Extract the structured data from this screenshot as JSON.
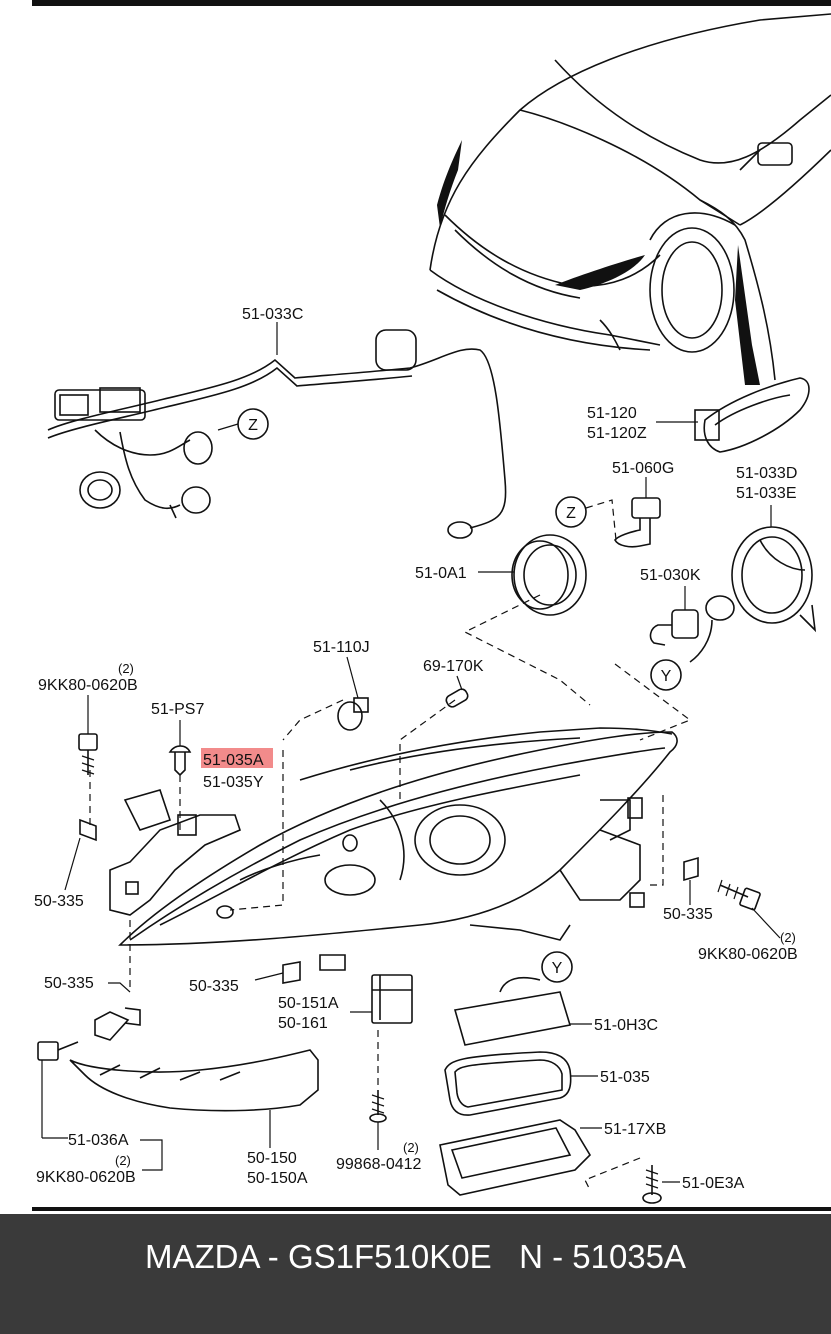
{
  "diagram": {
    "highlight_color": "#f28b8b",
    "labels": {
      "harness_top": "51-033C",
      "marker_z_left": "Z",
      "marker_z_right": "Z",
      "marker_y_right": "Y",
      "marker_y_bottom": "Y",
      "side_lamp": "51-120",
      "side_lamp_z": "51-120Z",
      "bulb_060g": "51-060G",
      "harness_d": "51-033D",
      "harness_e": "51-033E",
      "cap_0a1": "51-0A1",
      "bulb_030k": "51-030K",
      "bulb_110j": "51-110J",
      "bulb_170k": "69-170K",
      "qty_left_bolt": "(2)",
      "bolt_left": "9KK80-0620B",
      "clip_ps7": "51-PS7",
      "headlamp_a": "51-035A",
      "headlamp_y": "51-035Y",
      "nut_left": "50-335",
      "nut_right": "50-335",
      "qty_right_bolt": "(2)",
      "bolt_right": "9KK80-0620B",
      "nut_bottom_left": "50-335",
      "nut_bottom_mid": "50-335",
      "bracket_151a": "50-151A",
      "bracket_161": "50-161",
      "cover_0h3c": "51-0H3C",
      "gasket_035": "51-035",
      "unit_17xb": "51-17XB",
      "screw_0e3a": "51-0E3A",
      "bracket_036a": "51-036A",
      "qty_bottom_bolt": "(2)",
      "bolt_bottom": "9KK80-0620B",
      "bracket_150": "50-150",
      "bracket_150a": "50-150A",
      "qty_screw": "(2)",
      "screw_99868": "99868-0412"
    }
  },
  "footer": {
    "text": "MAZDA - GS1F510K0E   N - 51035A",
    "background": "#3a3a3a"
  }
}
